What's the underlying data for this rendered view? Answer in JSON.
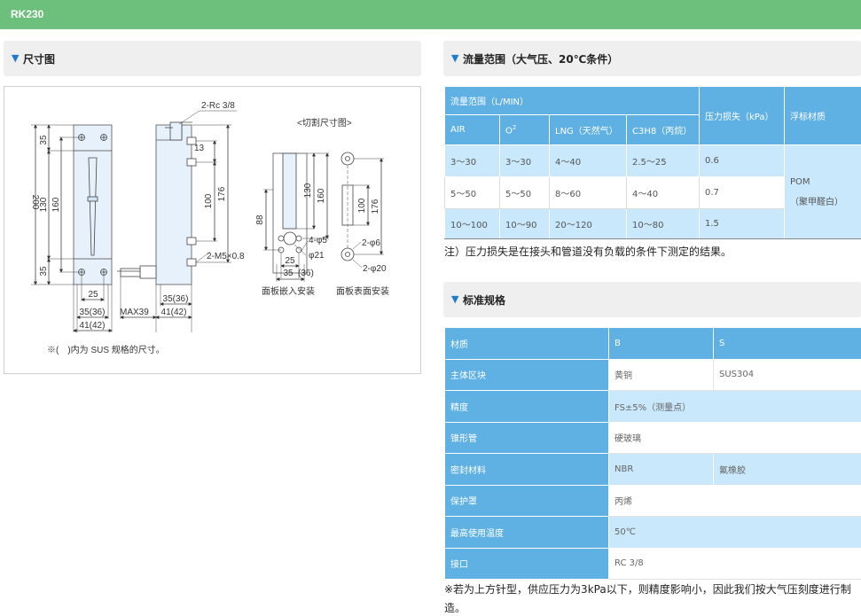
{
  "header": {
    "title": "RK230"
  },
  "dimension_section": {
    "title": "尺寸图",
    "drawing": {
      "labels": {
        "rc": "2-Rc 3/8",
        "cut_title": "<切割尺寸图>",
        "d35_top": "35",
        "d200": "200",
        "d130": "130",
        "d160": "160",
        "d35_bot": "35",
        "d13": "13",
        "d100": "100",
        "d176": "176",
        "m5": "2-M5×0.8",
        "d25": "25",
        "d35_36": "35(36)",
        "d41_42": "41(42)",
        "max39": "MAX39",
        "d35_36_side": "35(36)",
        "d41_42_side": "41(42)",
        "c88": "88",
        "c130": "130",
        "c160": "160",
        "c4phi5": "4-φ5",
        "c21": "φ21",
        "c25": "25",
        "c35": "35",
        "c36": "(36)",
        "c100": "100",
        "c176": "176",
        "c2phi6": "2-φ6",
        "c2phi20": "2-φ20",
        "panel_embed": "面板嵌入安装",
        "panel_surface": "面板表面安装",
        "sus_note": "※(　)内为 SUS 规格的尺寸。"
      }
    }
  },
  "flow_section": {
    "title": "流量范围（大气压、20℃条件）",
    "table": {
      "group_header": "流量范围（L/MIN）",
      "pressure_loss_header": "压力损失（kPa）",
      "float_header": "浮标材质",
      "columns": [
        "AIR",
        "O",
        "LNG（天然气）",
        "C3H8（丙烷）"
      ],
      "o2_sup": "2",
      "rows": [
        [
          "3～30",
          "3～30",
          "4～40",
          "2.5～25",
          "0.6"
        ],
        [
          "5～50",
          "5～50",
          "8～60",
          "4～40",
          "0.7"
        ],
        [
          "10～100",
          "10～90",
          "20～120",
          "10～80",
          "1.5"
        ]
      ],
      "float_value": "POM",
      "float_sub": "（聚甲醛白）"
    },
    "note": "注）压力损失是在接头和管道没有负载的条件下测定的结果。"
  },
  "spec_section": {
    "title": "标准规格",
    "header": {
      "label": "材质",
      "b": "B",
      "s": "S"
    },
    "rows": {
      "body": {
        "label": "主体区块",
        "b": "黄铜",
        "s": "SUS304"
      },
      "accuracy": {
        "label": "精度",
        "value": "FS±5%（测量点）"
      },
      "taper": {
        "label": "锥形管",
        "value": "硬玻璃"
      },
      "seal": {
        "label": "密封材料",
        "b": "NBR",
        "s": "氟橡胶"
      },
      "cover": {
        "label": "保护罩",
        "value": "丙烯"
      },
      "temp": {
        "label": "最高使用温度",
        "value": "50℃"
      },
      "port": {
        "label": "接口",
        "value": "RC 3/8"
      }
    },
    "note": "※若为上方针型，供应压力为3kPa以下，则精度影响小，因此我们按大气压刻度进行制造。"
  },
  "colors": {
    "header_green": "#6cc07c",
    "table_blue": "#5fb0e3",
    "row_light_blue": "#c9e8fb",
    "triangle_blue": "#1c7ccc"
  }
}
